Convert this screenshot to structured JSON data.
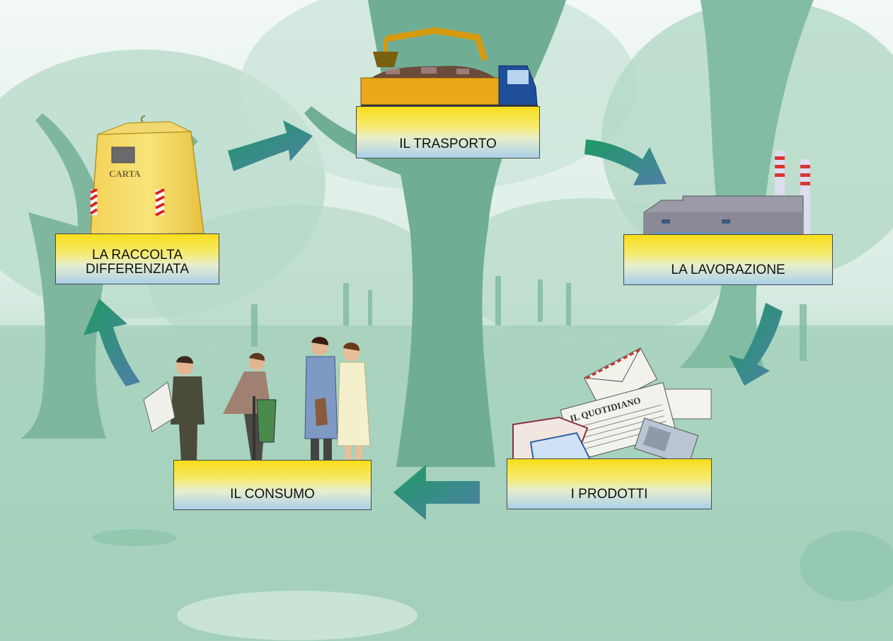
{
  "stages": {
    "raccolta": {
      "label": "LA RACCOLTA\nDIFFERENZIATA"
    },
    "trasporto": {
      "label": "IL TRASPORTO"
    },
    "lavorazione": {
      "label": "LA LAVORAZIONE"
    },
    "prodotti": {
      "label": "I PRODOTTI"
    },
    "consumo": {
      "label": "IL CONSUMO"
    }
  },
  "bin_label": "CARTA",
  "newspaper_logo": "IL QUOTIDIANO",
  "colors": {
    "sky": "#eef6f2",
    "forest": "#a9d4bf",
    "tree_dark": "#6fae94",
    "box_top": "#f7dd1a",
    "box_bottom": "#aacfe8",
    "arrow_start": "#1f9a64",
    "arrow_end": "#4f7fa8"
  }
}
